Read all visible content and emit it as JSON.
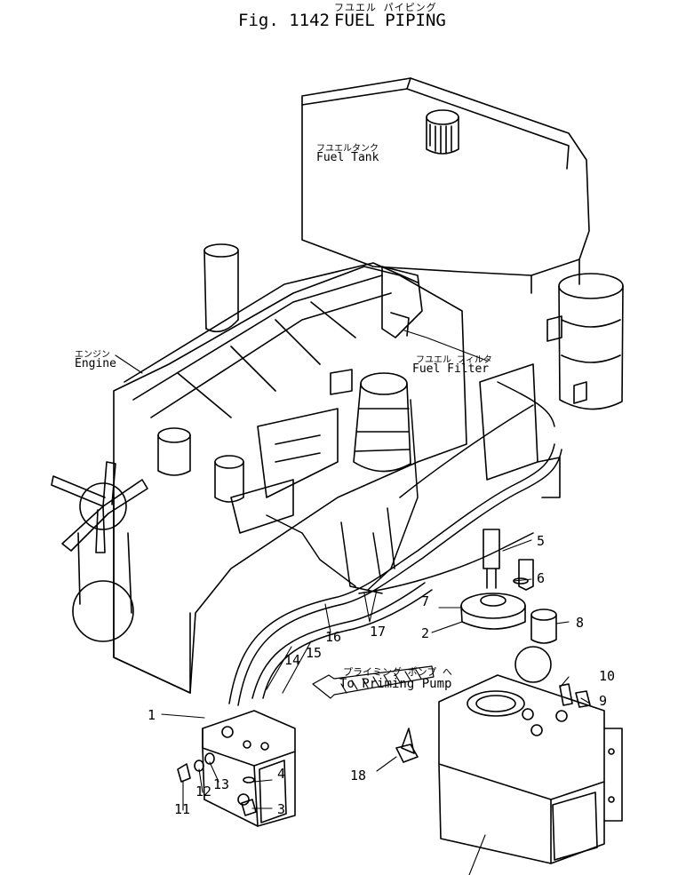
{
  "header": {
    "figure_number": "Fig. 1142",
    "title_jp": "フユエル パイピング",
    "title_en": "FUEL PIPING"
  },
  "labels": {
    "fuel_tank": {
      "jp": "フユエルタンク",
      "en": "Fuel Tank"
    },
    "engine": {
      "jp": "エンジン",
      "en": "Engine"
    },
    "fuel_filter": {
      "jp": "フユエル フィルタ",
      "en": "Fuel Filter"
    },
    "priming_pump": {
      "jp": "プライミング ポンプ へ",
      "en": "To Priming Pump"
    }
  },
  "callouts": [
    "1",
    "2",
    "3",
    "4",
    "5",
    "6",
    "7",
    "8",
    "9",
    "10",
    "11",
    "12",
    "13",
    "14",
    "15",
    "16",
    "17",
    "18"
  ]
}
